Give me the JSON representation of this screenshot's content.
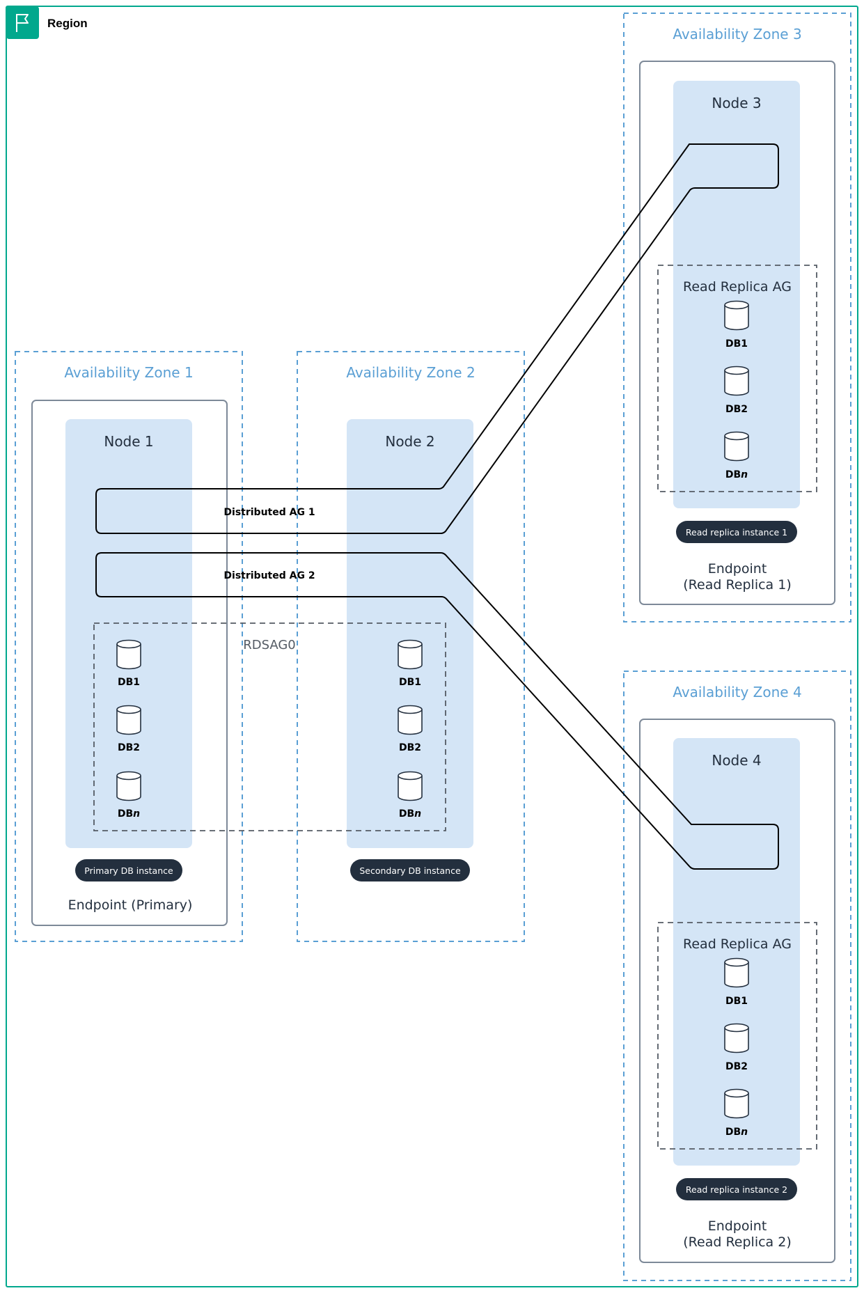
{
  "region": {
    "label": "Region",
    "icon": "flag-icon",
    "color": "#01a88d"
  },
  "availability_zones": {
    "az1": "Availability Zone 1",
    "az2": "Availability Zone 2",
    "az3": "Availability Zone 3",
    "az4": "Availability Zone 4"
  },
  "nodes": {
    "node1": "Node 1",
    "node2": "Node 2",
    "node3": "Node 3",
    "node4": "Node 4"
  },
  "databases": {
    "db1": "DB1",
    "db2": "DB2",
    "dbn_prefix": "DB",
    "dbn_suffix": "n"
  },
  "rdsag": "RDSAG0",
  "read_replica_ag": {
    "az3": "Read Replica AG",
    "az4": "Read Replica AG"
  },
  "distributed_ags": {
    "dag1": "Distributed AG 1",
    "dag2": "Distributed AG 2"
  },
  "instances": {
    "primary": "Primary DB instance",
    "secondary": "Secondary DB instance",
    "replica1": "Read replica instance 1",
    "replica2": "Read replica instance 2"
  },
  "endpoints": {
    "primary": "Endpoint (Primary)",
    "replica1_line1": "Endpoint",
    "replica1_line2": "(Read Replica 1)",
    "replica2_line1": "Endpoint",
    "replica2_line2": "(Read Replica 2)"
  },
  "colors": {
    "region_border": "#01a88d",
    "az_border": "#5a9fd4",
    "node_fill": "#d4e5f6",
    "pill_fill": "#232f3e",
    "ag_border": "#545b64"
  }
}
